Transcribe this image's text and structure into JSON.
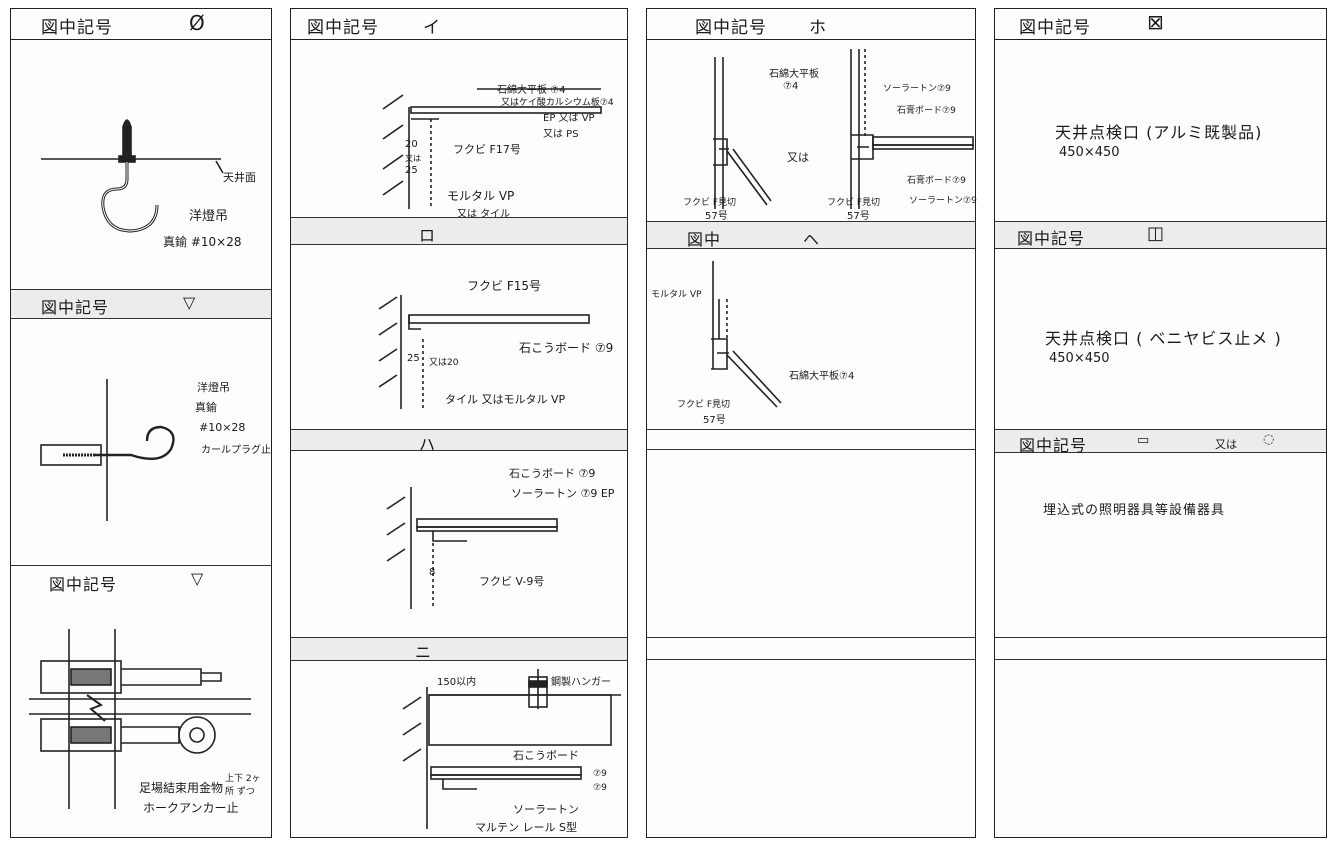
{
  "col1": {
    "h1_label": "図中記号",
    "h1_symbol": "Ø",
    "hook1": {
      "ceiling": "天井面",
      "name": "洋燈吊",
      "spec": "真鍮 #10×28"
    },
    "h2_label": "図中記号",
    "h2_symbol": "▽",
    "hook2": {
      "name": "洋燈吊",
      "material": "真鍮",
      "size": "#10×28",
      "plug": "カールプラグ止"
    },
    "h3_label": "図中記号",
    "h3_symbol": "▽",
    "anchor": {
      "line1": "足場結束用金物",
      "line2": "ホークアンカー止",
      "note": "上下 2ヶ所 ずつ"
    }
  },
  "col2": {
    "h1_label": "図中記号",
    "h1_symbol": "イ",
    "i": {
      "a": "石綿大平板 ⑦4",
      "b": "又はケイ酸カルシウム板⑦4",
      "c": "EP 又は VP",
      "d": "又は PS",
      "e": "フクビ F17号",
      "dim1": "20",
      "dim2": "又は",
      "dim3": "25",
      "f": "モルタル VP",
      "g": "又は タイル"
    },
    "ro": {
      "title": "ロ",
      "a": "フクビ F15号",
      "b": "石こうボード ⑦9",
      "dim": "25",
      "dim2": "又は20",
      "c": "タイル 又はモルタル VP"
    },
    "ha": {
      "title": "ハ",
      "a": "石こうボード ⑦9",
      "b": "ソーラートン ⑦9 EP",
      "dim": "8",
      "c": "フクビ V-9号"
    },
    "ni": {
      "title": "ニ",
      "a": "150以内",
      "b": "鋼製ハンガー",
      "c": "石こうボード",
      "d": "ソーラートン",
      "e": "マルテン レール S型",
      "f": "⑦9",
      "g": "⑦9"
    }
  },
  "col3": {
    "h1_label": "図中記号",
    "h1_symbol": "ホ",
    "ho": {
      "a": "石綿大平板",
      "b": "⑦4",
      "c": "又は",
      "d": "フクビ F見切",
      "e": "57号",
      "f": "ソーラートン⑦9",
      "g": "石膏ボード⑦9",
      "h": "フクビ F見切",
      "i": "57号",
      "j": "石膏ボード⑦9",
      "k": "ソーラートン⑦9"
    },
    "h2_label": "図中",
    "h2_symbol": "ヘ",
    "he": {
      "a": "モルタル VP",
      "b": "石綿大平板⑦4",
      "c": "フクビ F見切",
      "d": "57号"
    }
  },
  "col4": {
    "h1_label": "図中記号",
    "h1_symbol": "⊠",
    "t1": "天井点検口 (アルミ既製品)",
    "t1_size": "450×450",
    "h2_label": "図中記号",
    "h2_symbol": "◫",
    "t2": "天井点検口 ( ベニヤビス止メ )",
    "t2_size": "450×450",
    "h3_label": "図中記号",
    "h3_symbol": "▭",
    "h3_or": "又は",
    "h3_symbol2": "◌",
    "t3": "埋込式の照明器具等設備器具"
  }
}
